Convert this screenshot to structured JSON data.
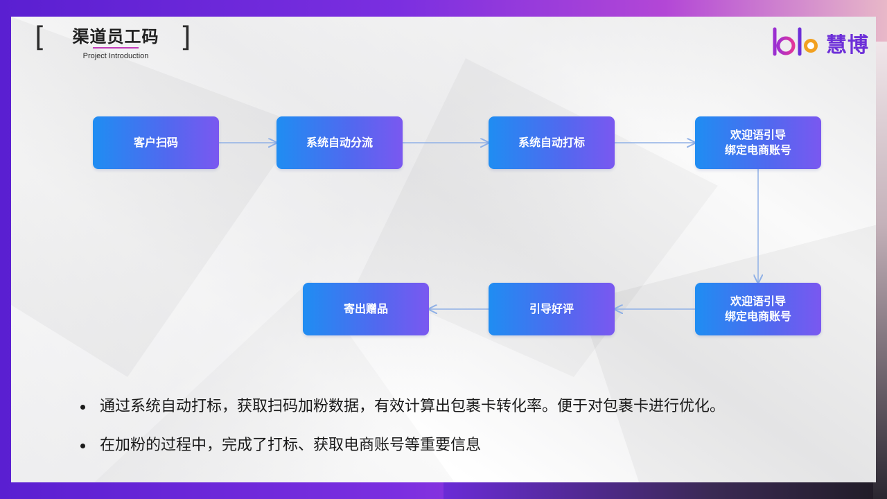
{
  "header": {
    "title": "渠道员工码",
    "subtitle": "Project Introduction",
    "left_bracket": "[",
    "right_bracket": "]"
  },
  "logo": {
    "mark": "hb",
    "text": "慧博",
    "brand_color": "#6d2fd8"
  },
  "diagram": {
    "nodes": [
      {
        "id": "n1",
        "lines": [
          "客户扫码"
        ]
      },
      {
        "id": "n2",
        "lines": [
          "系统自动分流"
        ]
      },
      {
        "id": "n3",
        "lines": [
          "系统自动打标"
        ]
      },
      {
        "id": "n4",
        "lines": [
          "欢迎语引导",
          "绑定电商账号"
        ]
      },
      {
        "id": "n5",
        "lines": [
          "欢迎语引导",
          "绑定电商账号"
        ]
      },
      {
        "id": "n6",
        "lines": [
          "引导好评"
        ]
      },
      {
        "id": "n7",
        "lines": [
          "寄出赠品"
        ]
      }
    ],
    "edges": [
      {
        "from": "n1",
        "to": "n2"
      },
      {
        "from": "n2",
        "to": "n3"
      },
      {
        "from": "n3",
        "to": "n4"
      },
      {
        "from": "n4",
        "to": "n5"
      },
      {
        "from": "n5",
        "to": "n6"
      },
      {
        "from": "n6",
        "to": "n7"
      }
    ],
    "node_gradient": [
      "#1f8df2",
      "#7a58f0"
    ],
    "edge_color": "#8fb0e6"
  },
  "bullets": [
    "通过系统自动打标，获取扫码加粉数据，有效计算出包裹卡转化率。便于对包裹卡进行优化。",
    "在加粉的过程中，完成了打标、获取电商账号等重要信息"
  ]
}
